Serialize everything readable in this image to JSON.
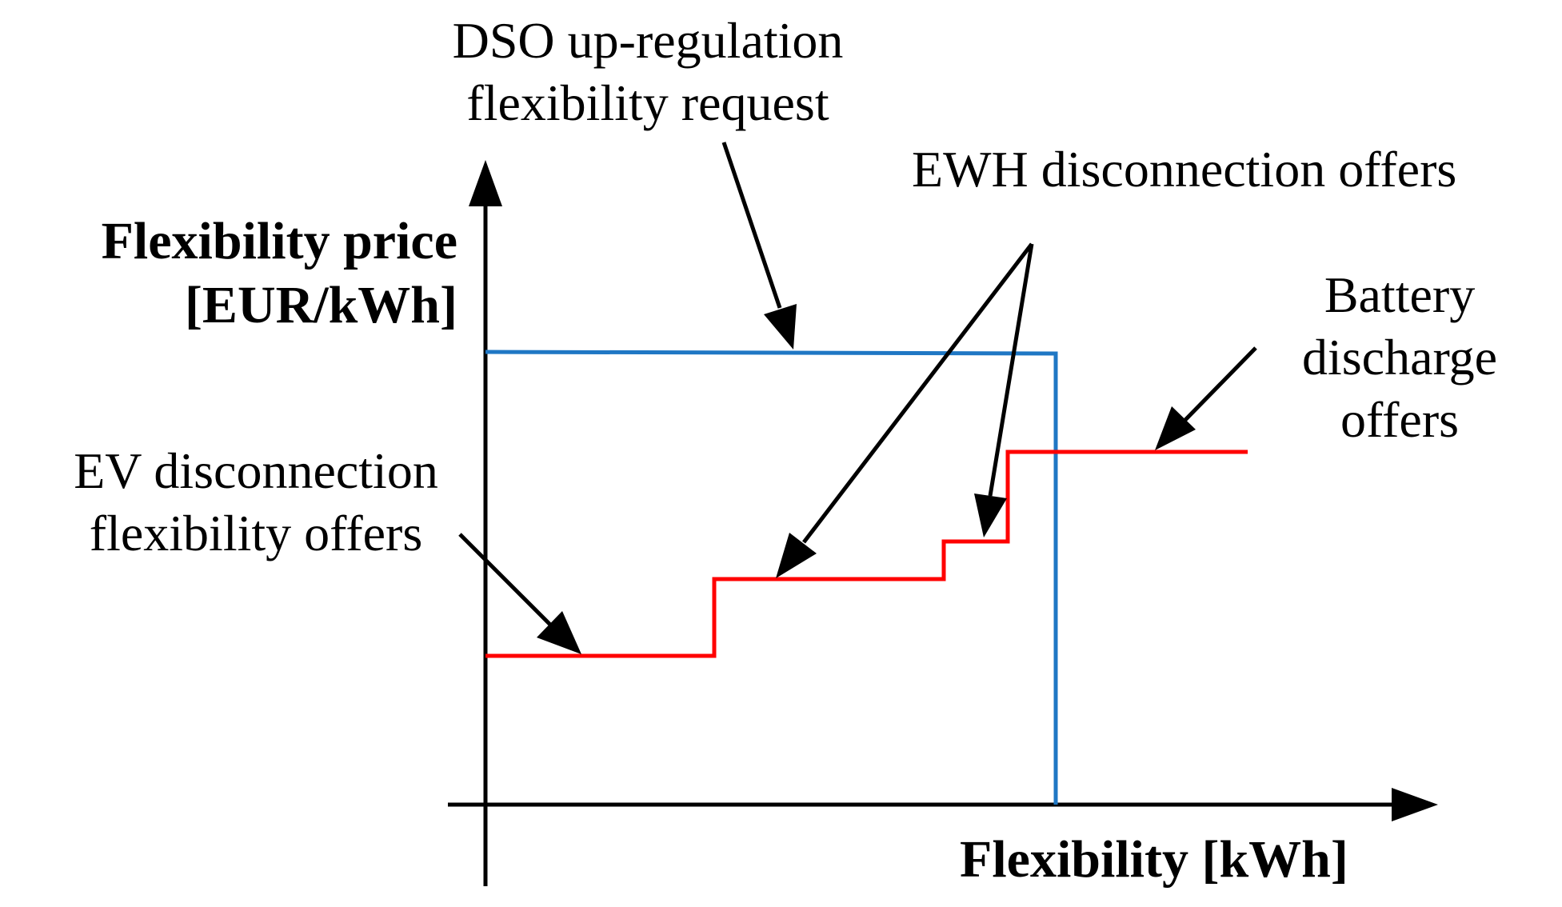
{
  "axes": {
    "y_label_lines": [
      "Flexibility price",
      "[EUR/kWh]"
    ],
    "x_label": "Flexibility [kWh]"
  },
  "annotations": {
    "dso_lines": [
      "DSO up-regulation",
      "flexibility request"
    ],
    "ewh": "EWH disconnection offers",
    "battery_lines": [
      "Battery",
      "discharge",
      "offers"
    ],
    "ev_lines": [
      "EV disconnection",
      "flexibility offers"
    ]
  },
  "colors": {
    "request_curve": "#1f77c4",
    "offer_curve": "#ff0000",
    "axis": "#000000"
  }
}
